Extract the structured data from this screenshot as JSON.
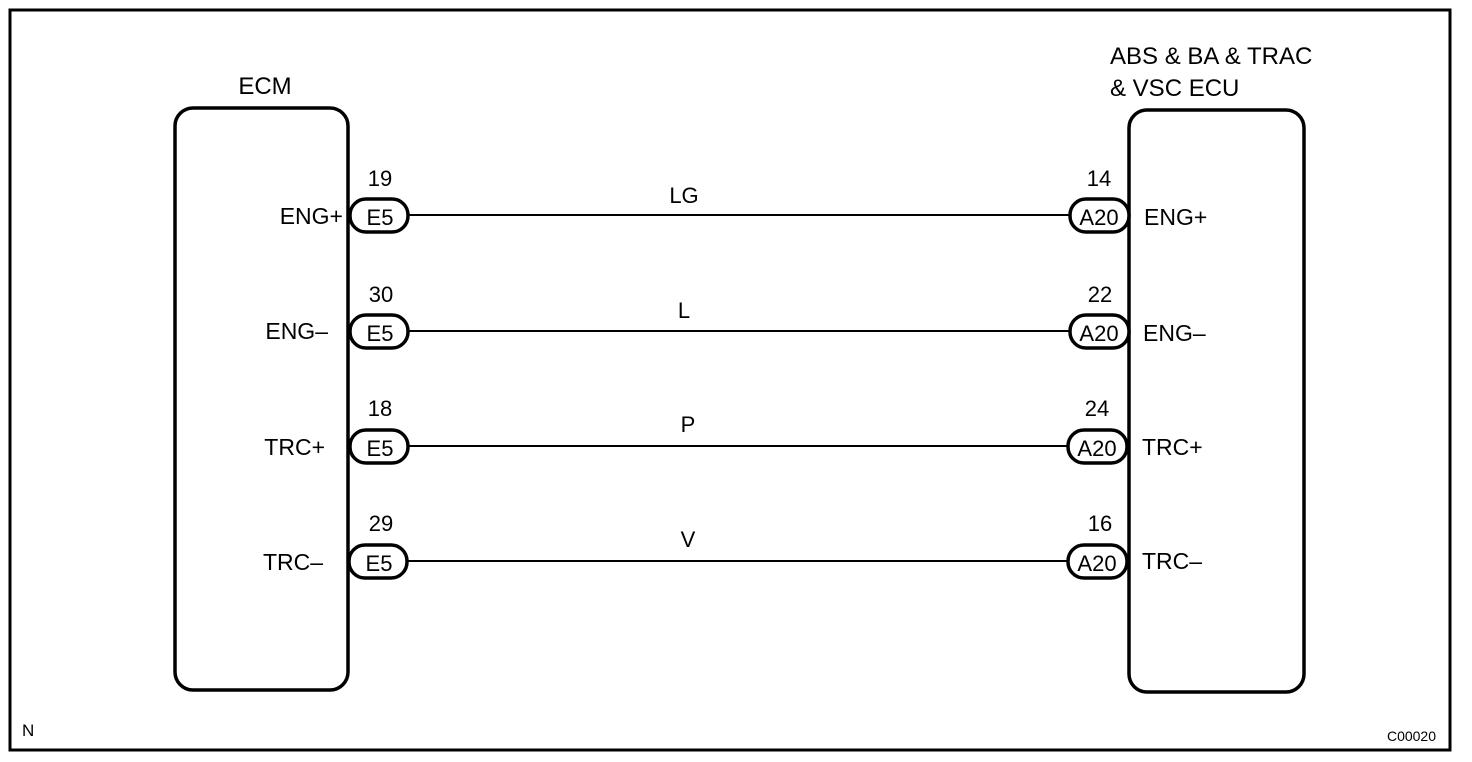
{
  "diagram": {
    "left_unit": {
      "name": "ECM",
      "connector": "E5"
    },
    "right_unit": {
      "name_lines": [
        "ABS & BA & TRAC",
        "& VSC ECU"
      ],
      "connector": "A20"
    },
    "circuits": [
      {
        "left_signal": "ENG+",
        "left_pin": "19",
        "wire_color": "LG",
        "right_pin": "14",
        "right_signal": "ENG+"
      },
      {
        "left_signal": "ENG–",
        "left_pin": "30",
        "wire_color": "L",
        "right_pin": "22",
        "right_signal": "ENG–"
      },
      {
        "left_signal": "TRC+",
        "left_pin": "18",
        "wire_color": "P",
        "right_pin": "24",
        "right_signal": "TRC+"
      },
      {
        "left_signal": "TRC–",
        "left_pin": "29",
        "wire_color": "V",
        "right_pin": "16",
        "right_signal": "TRC–"
      }
    ],
    "corner_mark": "N",
    "figure_code": "C00020"
  }
}
